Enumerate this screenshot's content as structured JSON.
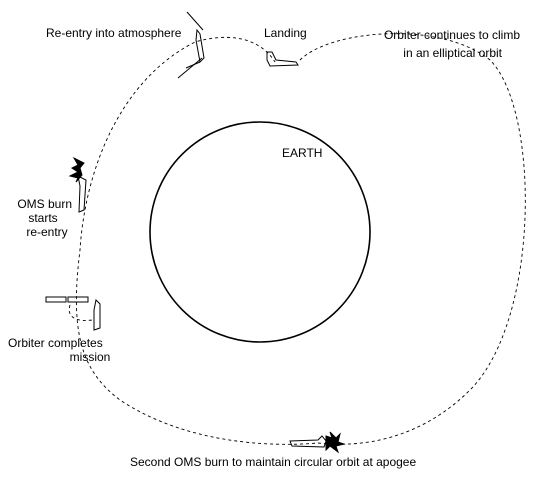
{
  "labels": {
    "earth": "EARTH",
    "reentry": "Re-entry into atmosphere",
    "landing": "Landing",
    "climb_line1": "Orbiter continues to climb",
    "climb_line2": "in an elliptical orbit",
    "oms_burn_line1": "OMS burn",
    "oms_burn_line2": "starts",
    "oms_burn_line3": "re-entry",
    "completes_line1": "Orbiter completes",
    "completes_line2": "mission",
    "second_burn": "Second OMS burn to maintain circular orbit at apogee"
  },
  "colors": {
    "stroke": "#000000",
    "background": "#ffffff"
  },
  "icons": [
    "shuttle-reentry-icon",
    "shuttle-landing-icon",
    "shuttle-oms-burn-icon",
    "shuttle-mission-icon",
    "shuttle-second-burn-icon",
    "external-tank-icon"
  ]
}
